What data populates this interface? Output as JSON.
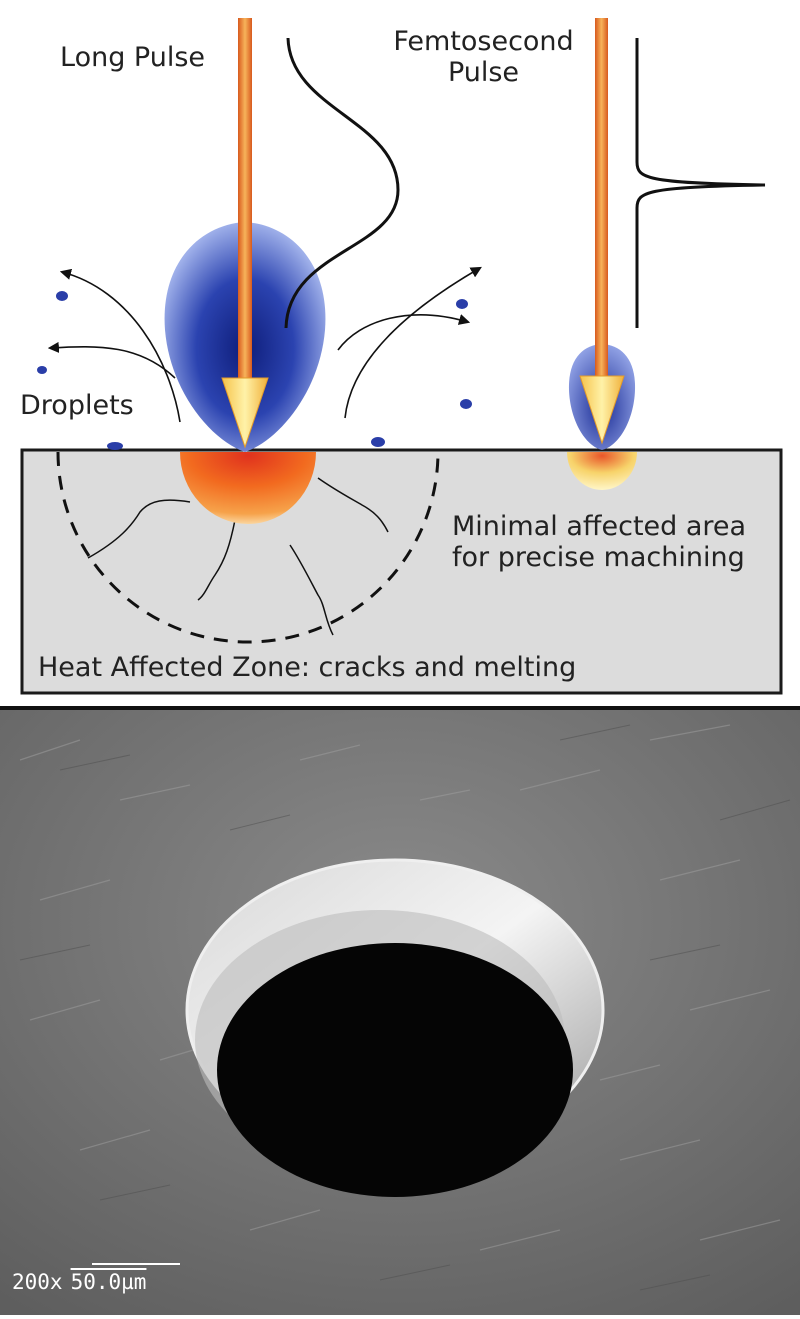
{
  "labels": {
    "long_pulse": "Long Pulse",
    "femtosecond_line1": "Femtosecond",
    "femtosecond_line2": "Pulse",
    "droplets": "Droplets",
    "minimal_line1": "Minimal affected area",
    "minimal_line2": "for precise machining",
    "heat_zone": "Heat Affected Zone: cracks and melting"
  },
  "micrograph": {
    "magnification": "200x",
    "scale_bar": "50.0µm"
  },
  "colors": {
    "beam_orange": "#e8762a",
    "beam_yellow": "#f6d36a",
    "plume_blue": "#1c2f9a",
    "material_gray": "#dcdcdc",
    "melt_red": "#e23b1e",
    "sem_background": "#7a7a7a"
  }
}
